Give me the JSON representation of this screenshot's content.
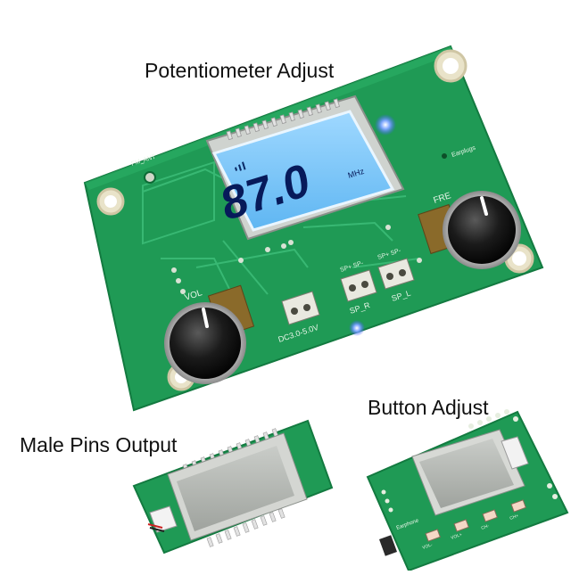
{
  "captions": {
    "potentiometer": "Potentiometer Adjust",
    "button": "Button Adjust",
    "male_pins": "Male Pins Output"
  },
  "main_board": {
    "lcd_frequency": "87.0",
    "lcd_unit": "MHz",
    "labels": {
      "fm_ant": "FM_ANT",
      "earplugs": "Earplugs",
      "fre": "FRE",
      "vol": "VOL",
      "dc_input": "DC3.0-5.0V",
      "sp_r": "SP_R",
      "sp_l": "SP_L",
      "sp_top_left": "SP+ SP-",
      "sp_top_right": "SP+ SP-"
    }
  },
  "button_board": {
    "labels": {
      "earphone": "Earphone",
      "btn1": "VOL-",
      "btn2": "VOL+",
      "btn3": "CH-",
      "btn4": "CH+"
    }
  },
  "colors": {
    "pcb_green": "#1f9a55",
    "pcb_dark": "#137a40",
    "lcd_backlight": "#79c8ff",
    "lcd_off": "#b9bdb8"
  }
}
